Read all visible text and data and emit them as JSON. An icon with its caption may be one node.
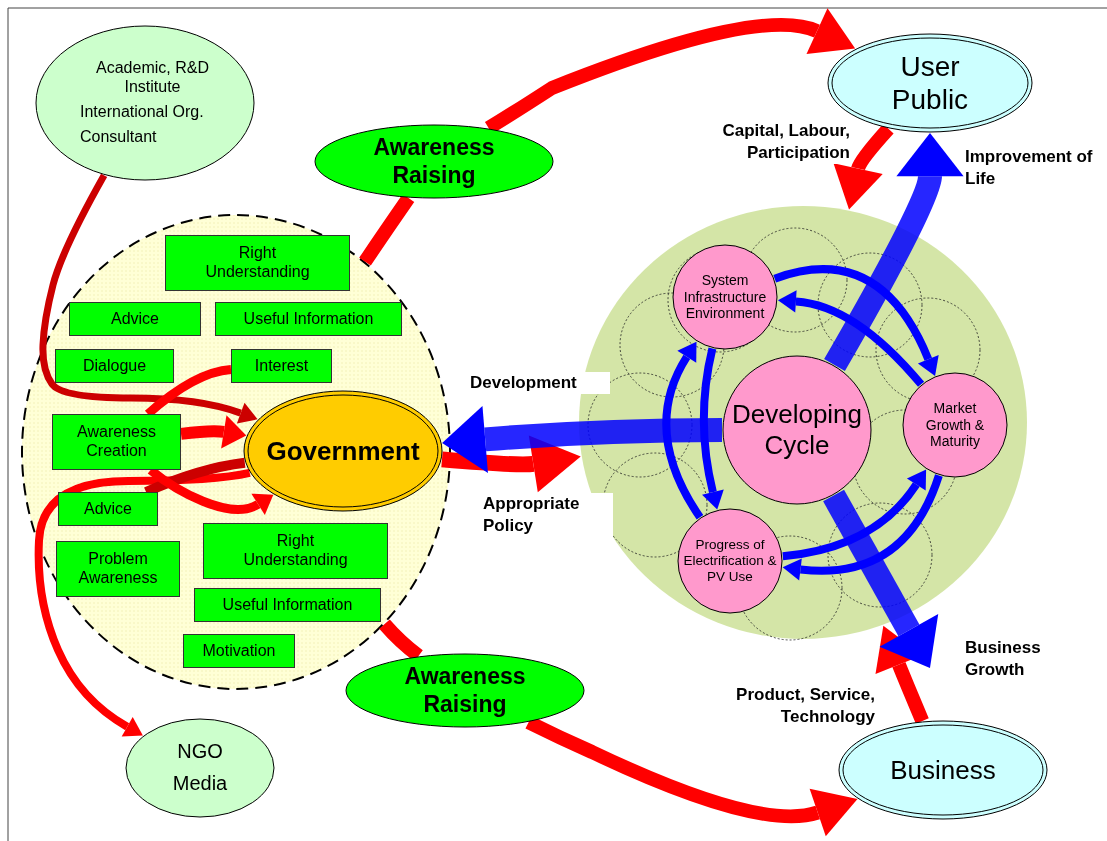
{
  "diagram": {
    "nodes": [
      {
        "text": [
          "Academic, R&D Institute",
          "International Org.",
          "Consultant"
        ]
      },
      {
        "text": [],
        "shape": "circle"
      },
      {
        "text": [
          "Right Understanding"
        ],
        "in": 1
      },
      {
        "text": [
          "Advice"
        ],
        "in": 1
      },
      {
        "text": [
          "Useful Information"
        ],
        "in": 1
      },
      {
        "text": [
          "Dialogue"
        ],
        "in": 1
      },
      {
        "text": [
          "Interest"
        ],
        "in": 1
      },
      {
        "text": [
          "Awareness Creation"
        ],
        "in": 1
      },
      {
        "text": [
          "Government"
        ],
        "in": 1
      },
      {
        "text": [
          "Advice"
        ],
        "in": 1
      },
      {
        "text": [
          "Problem Awareness"
        ],
        "in": 1
      },
      {
        "text": [
          "Right Understanding"
        ],
        "in": 1
      },
      {
        "text": [
          "Useful Information"
        ],
        "in": 1
      },
      {
        "text": [
          "Motivation"
        ],
        "in": 1
      },
      {
        "text": [
          "NGO",
          "Media"
        ]
      },
      {
        "text": [
          "Awareness Raising"
        ]
      },
      {
        "text": [
          "Awareness Raising"
        ]
      },
      {
        "text": [
          "User Public"
        ]
      },
      {
        "text": [
          "Business"
        ]
      },
      {
        "text": [],
        "shape": "circle"
      },
      {
        "text": [
          "System Infrastructure Environment"
        ],
        "in": 19
      },
      {
        "text": [
          "Developing Cycle"
        ],
        "in": 19
      },
      {
        "text": [
          "Market Growth & Maturity"
        ],
        "in": 19
      },
      {
        "text": [
          "Progress of Electrification & PV Use"
        ],
        "in": 19
      }
    ],
    "edges": [
      {
        "from": 0,
        "to": 8,
        "arrow": "to",
        "color": "#cc0000"
      },
      {
        "from": 8,
        "to": 14,
        "arrow": "to"
      },
      {
        "from": 7,
        "to": 8,
        "arrow": "to"
      },
      {
        "from": 9,
        "to": 8,
        "arrow": "none",
        "color": "#cc0000"
      },
      {
        "from": 7,
        "to": 8,
        "arrow": "to"
      },
      {
        "from": 6,
        "to": 7,
        "arrow": "none"
      },
      {
        "from": 1,
        "to": 15,
        "arrow": "none"
      },
      {
        "from": 15,
        "to": 17,
        "arrow": "to"
      },
      {
        "from": 1,
        "to": 16,
        "arrow": "none"
      },
      {
        "from": 16,
        "to": 18,
        "arrow": "to"
      },
      {
        "from": 8,
        "to": 19,
        "arrow": "to",
        "label": "Appropriate Policy"
      },
      {
        "from": 21,
        "to": 8,
        "arrow": "to",
        "label": "Development",
        "style": "thick",
        "color": "#0000ff"
      },
      {
        "from": 17,
        "to": 19,
        "arrow": "to",
        "label": "Capital, Labour, Participation"
      },
      {
        "from": 18,
        "to": 19,
        "arrow": "to",
        "label": "Product, Service, Technology"
      },
      {
        "from": 21,
        "to": 17,
        "arrow": "to",
        "label": "Improvement of Life",
        "style": "thick",
        "color": "#0000ff"
      },
      {
        "from": 21,
        "to": null,
        "arrow": "to",
        "label": "Business Growth",
        "style": "thick",
        "color": "#0000ff"
      },
      {
        "from": 20,
        "to": 22,
        "arrow": "to",
        "color": "#0000ff"
      },
      {
        "from": 22,
        "to": 20,
        "arrow": "to",
        "color": "#0000ff"
      },
      {
        "from": 20,
        "to": 23,
        "arrow": "to",
        "color": "#0000ff"
      },
      {
        "from": 23,
        "to": 20,
        "arrow": "to",
        "color": "#0000ff"
      },
      {
        "from": 23,
        "to": 22,
        "arrow": "to",
        "color": "#0000ff"
      },
      {
        "from": 22,
        "to": 23,
        "arrow": "to",
        "color": "#0000ff"
      }
    ]
  }
}
